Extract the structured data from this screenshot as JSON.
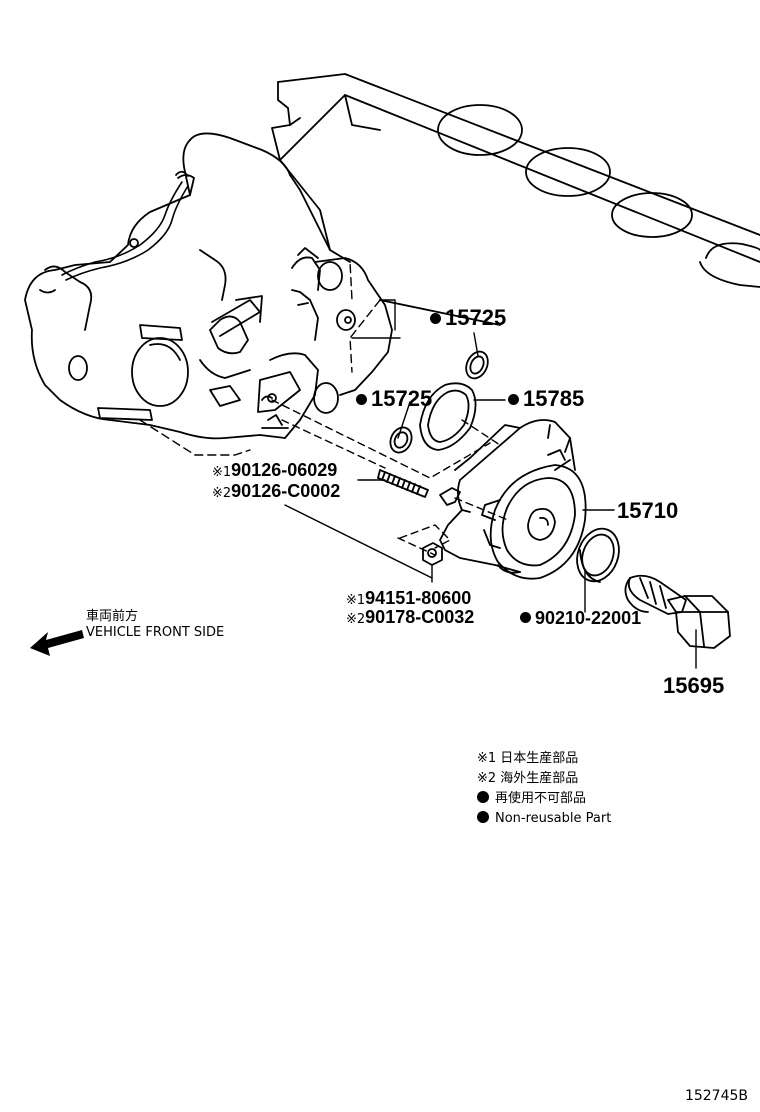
{
  "labels": {
    "p15725_top": "15725",
    "p15725_mid": "15725",
    "p15785": "15785",
    "p15710": "15710",
    "p15695": "15695",
    "p90210": "90210-22001",
    "stud_ref1": "※1",
    "stud_ref2": "※2",
    "stud_p1": "90126-06029",
    "stud_p2": "90126-C0002",
    "nut_ref1": "※1",
    "nut_ref2": "※2",
    "nut_p1": "94151-80600",
    "nut_p2": "90178-C0032"
  },
  "direction": {
    "jp": "車両前方",
    "en": "VEHICLE FRONT SIDE"
  },
  "legend": {
    "note1": "※1 日本生産部品",
    "note2": "※2 海外生産部品",
    "nonreusable_jp": "再使用不可部品",
    "nonreusable_en": "Non-reusable Part"
  },
  "diagram_id": "152745B"
}
